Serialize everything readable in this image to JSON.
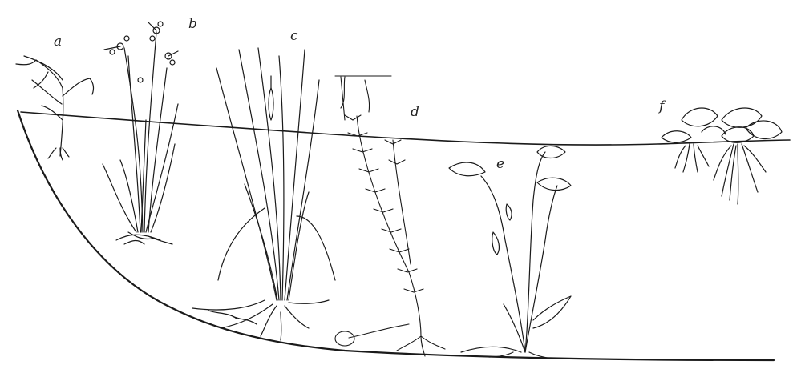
{
  "labels": {
    "a": "a",
    "b": "b",
    "c": "c",
    "d": "d",
    "e": "e",
    "f": "f"
  },
  "colors": {
    "ink": "#1a1a1a",
    "background": "#ffffff"
  }
}
